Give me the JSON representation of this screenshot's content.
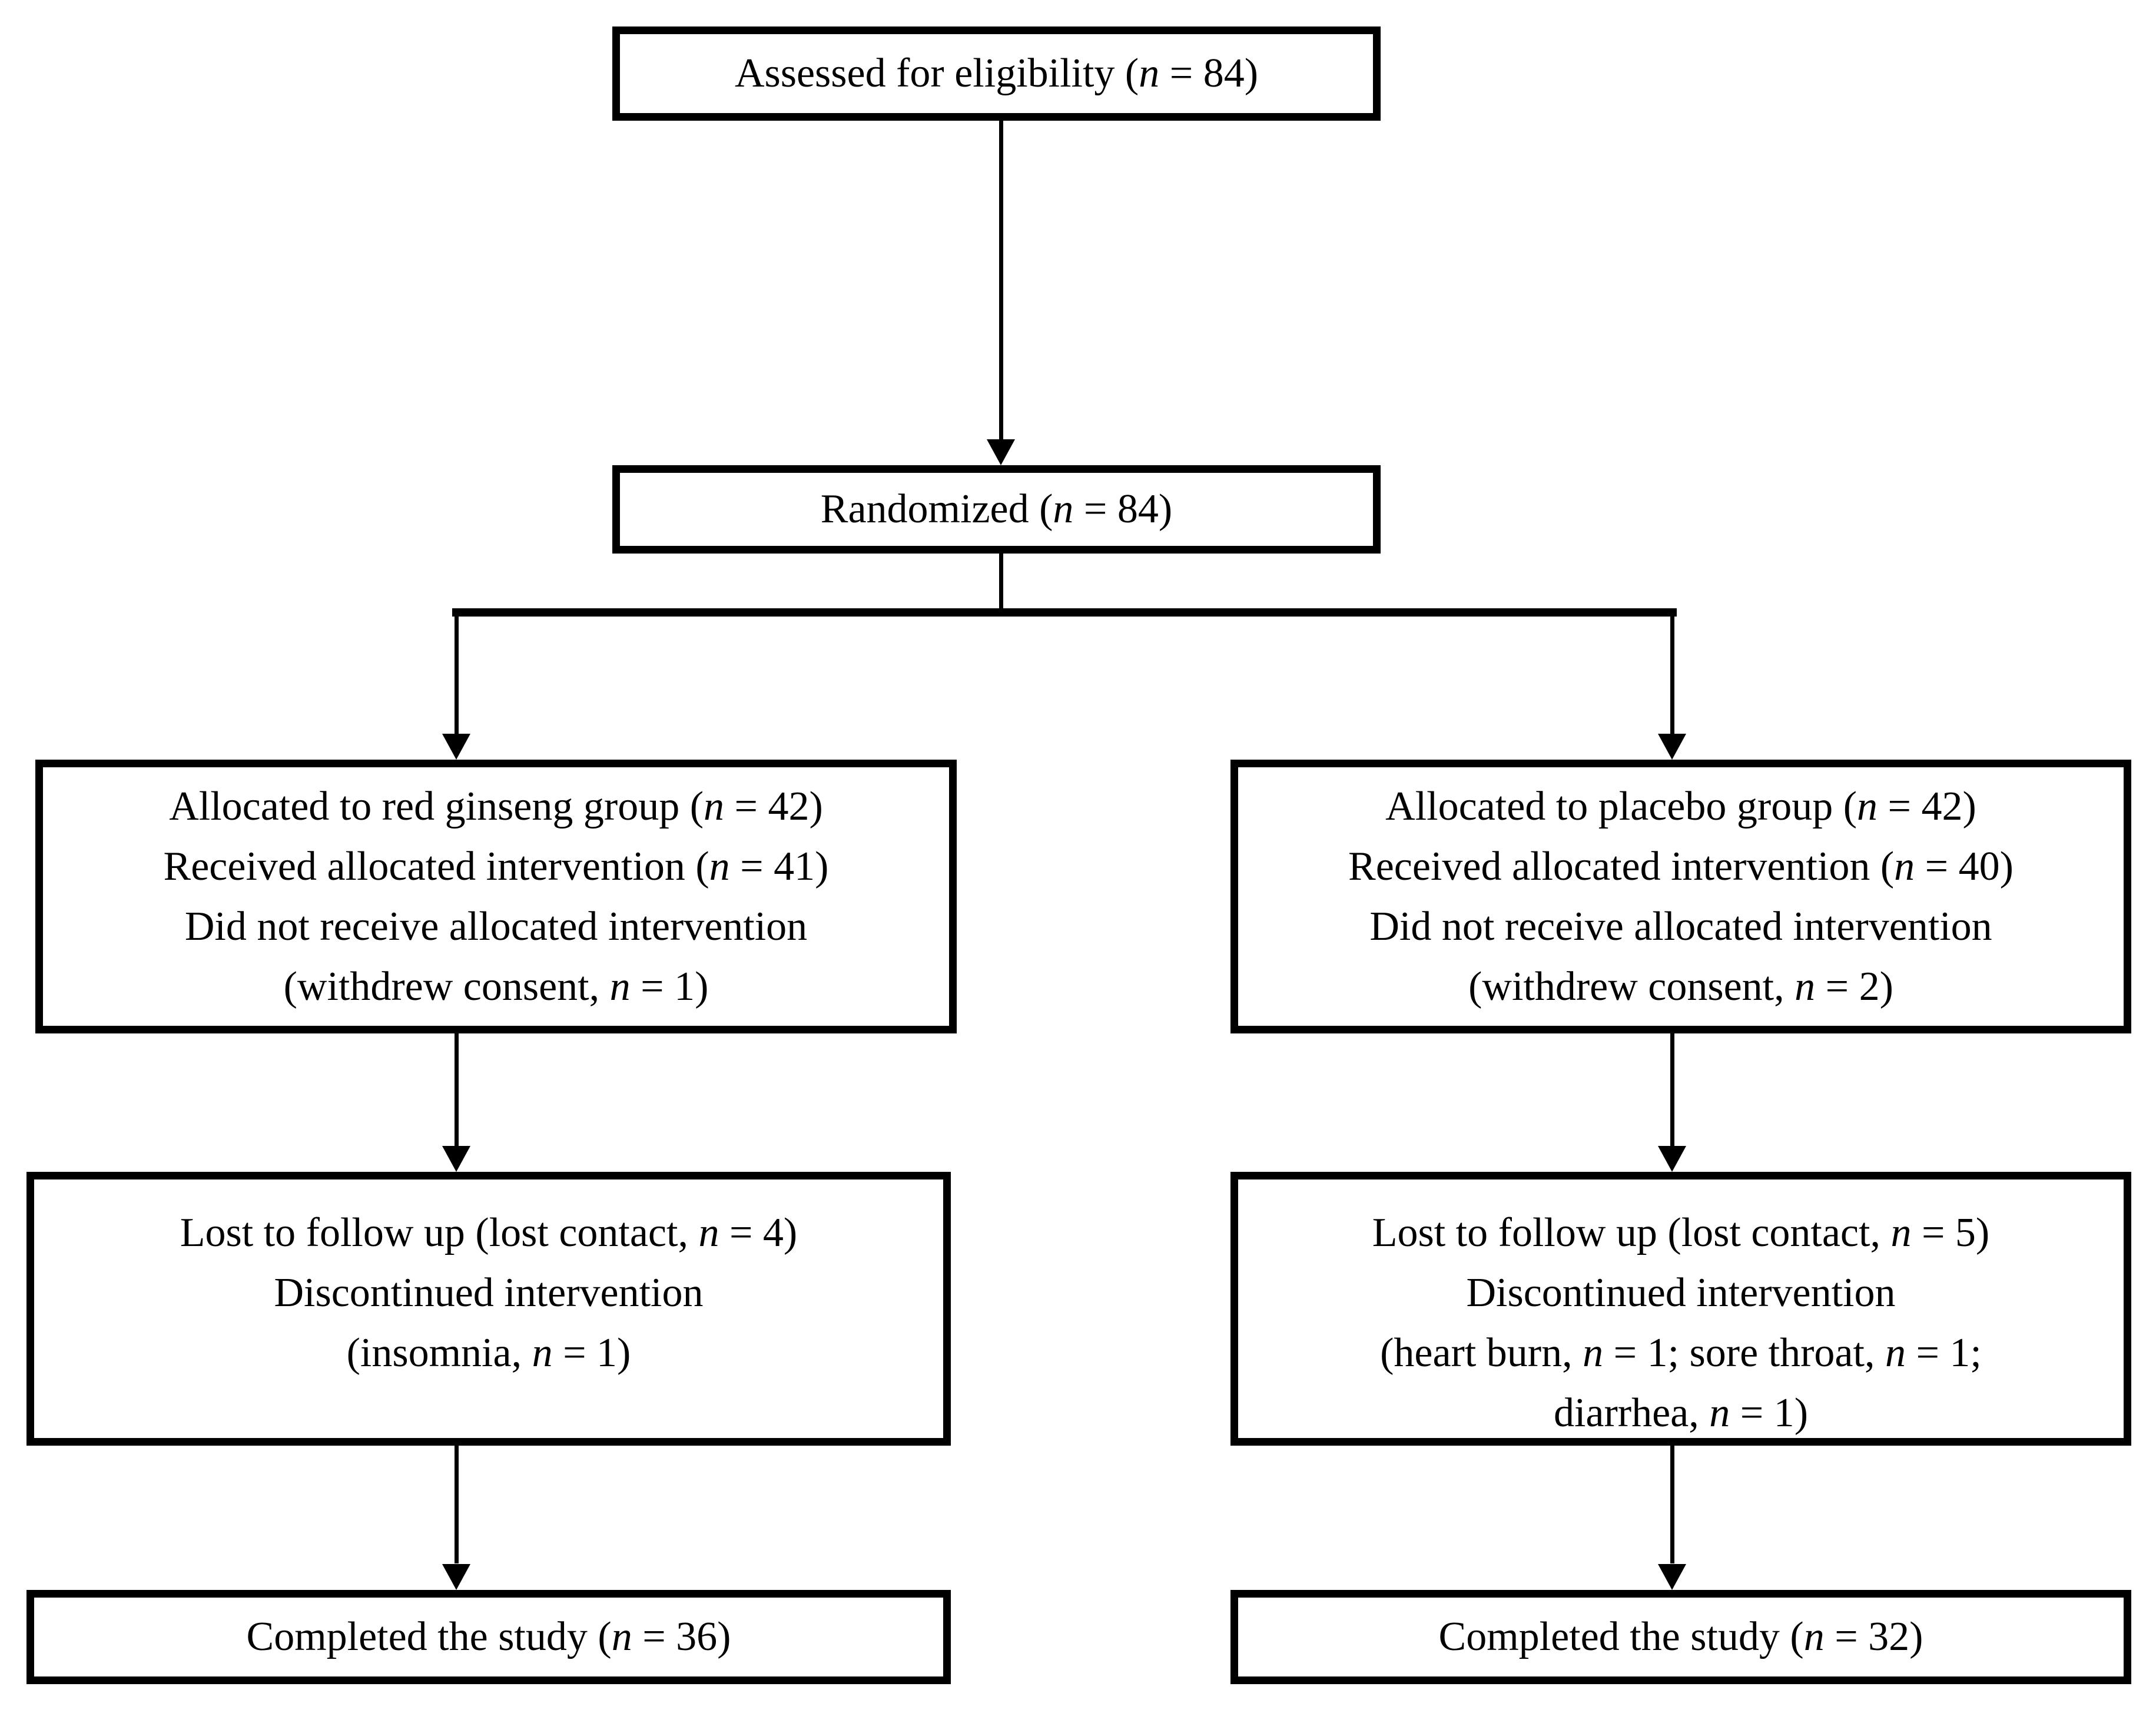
{
  "diagram": {
    "type": "consort-flow",
    "colors": {
      "line": "#000000",
      "background": "#ffffff",
      "text": "#000000"
    },
    "boxes": {
      "assessed": {
        "lines": [
          "Assessed for eligibility (n = 84)"
        ]
      },
      "randomized": {
        "lines": [
          "Randomized (n = 84)"
        ]
      },
      "allocated_ginseng": {
        "lines": [
          "Allocated to red ginseng group (n = 42)",
          "Received allocated intervention (n = 41)",
          "Did not receive allocated intervention",
          "(withdrew consent, n = 1)"
        ]
      },
      "allocated_placebo": {
        "lines": [
          "Allocated to placebo group (n = 42)",
          "Received allocated intervention (n = 40)",
          "Did not receive allocated intervention",
          "(withdrew consent, n = 2)"
        ]
      },
      "followup_ginseng": {
        "lines": [
          "Lost to follow up (lost contact, n = 4)",
          "Discontinued intervention",
          "(insomnia, n = 1)"
        ]
      },
      "followup_placebo": {
        "lines": [
          "Lost to follow up (lost contact, n = 5)",
          "Discontinued intervention",
          "(heart burn, n = 1; sore throat, n = 1;",
          "diarrhea, n = 1)"
        ]
      },
      "completed_ginseng": {
        "lines": [
          "Completed the study (n = 36)"
        ]
      },
      "completed_placebo": {
        "lines": [
          "Completed the study (n = 32)"
        ]
      }
    }
  }
}
